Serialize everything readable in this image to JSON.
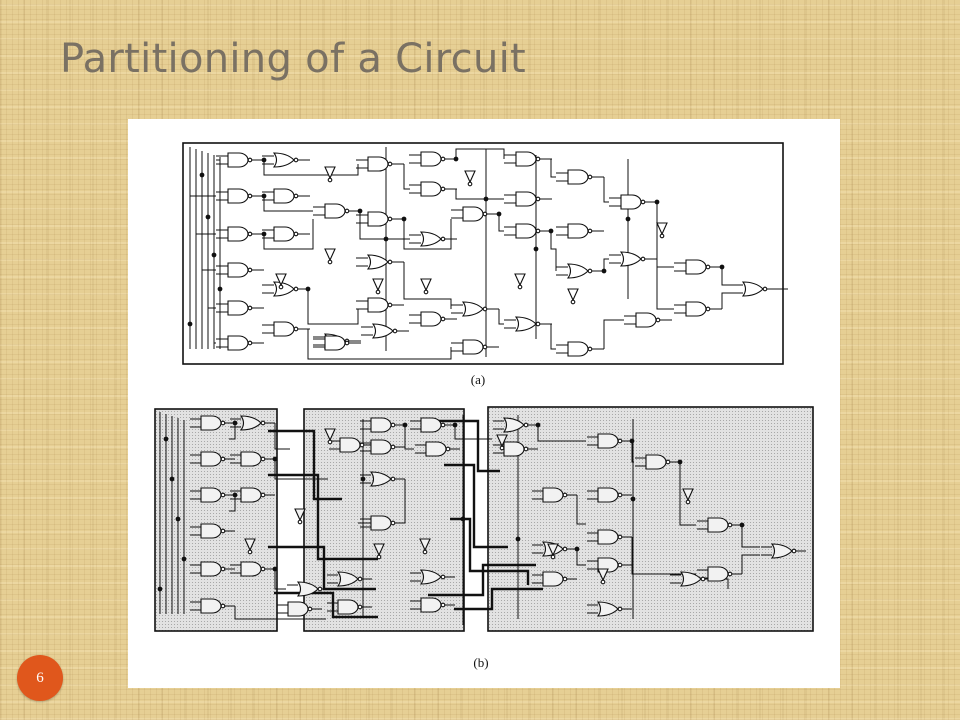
{
  "slide": {
    "title": "Partitioning of a Circuit",
    "page_number": "6"
  },
  "figure": {
    "caption_a": "(a)",
    "caption_b": "(b)",
    "colors": {
      "accent": "#e0571c",
      "title": "#7a7163",
      "partition_fill": "#d9d9d9",
      "line": "#111111"
    }
  }
}
